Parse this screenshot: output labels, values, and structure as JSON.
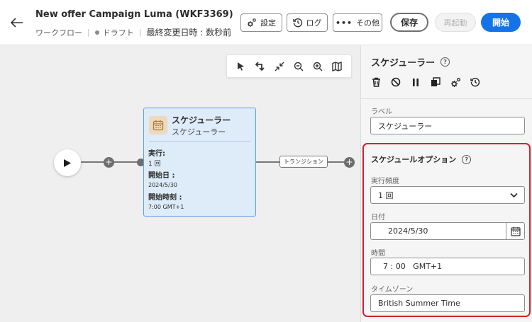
{
  "header": {
    "title": "New offer Campaign Luma (WKF3369)",
    "type": "ワークフロー",
    "status": "ドラフト",
    "modified": "最終変更日時 : 数秒前",
    "buttons": {
      "settings": "設定",
      "log": "ログ",
      "more": "その他",
      "save": "保存",
      "restart": "再起動",
      "start": "開始"
    }
  },
  "canvas": {
    "node": {
      "title": "スケジューラー",
      "subtitle": "スケジューラー",
      "exec_label": "実行:",
      "exec_value": "1 回",
      "start_date_label": "開始日 :",
      "start_date_value": "2024/5/30",
      "start_time_label": "開始時刻 :",
      "start_time_value": "7:00 GMT+1"
    },
    "transition_label": "トランジション"
  },
  "panel": {
    "title": "スケジューラー",
    "label_field": {
      "label": "ラベル",
      "value": "スケジューラー"
    },
    "schedule_options": {
      "title": "スケジュールオプション",
      "frequency_label": "実行頻度",
      "frequency_value": "1 回",
      "date_label": "日付",
      "date_value": "2024/5/30",
      "time_label": "時間",
      "time_value": "7 : 00   GMT+1",
      "timezone_label": "タイムゾーン",
      "timezone_value": "British Summer Time"
    }
  },
  "colors": {
    "primary": "#1473e6",
    "highlight": "#d7202c",
    "node_bg": "#deebf8",
    "node_border": "#5c9ee6"
  }
}
